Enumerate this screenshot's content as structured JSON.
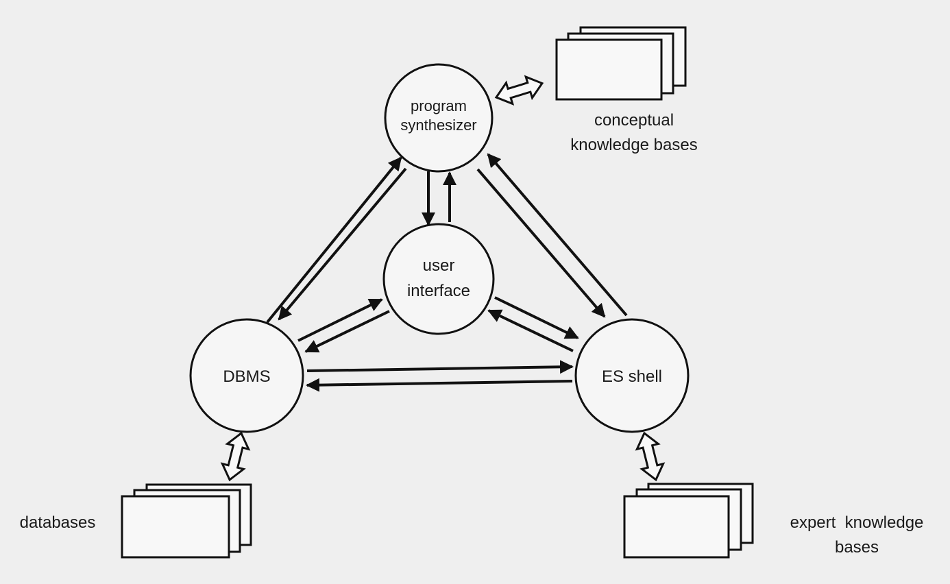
{
  "nodes": {
    "program_synthesizer": {
      "line1": "program",
      "line2": "synthesizer"
    },
    "user_interface": {
      "line1": "user",
      "line2": "interface"
    },
    "dbms": {
      "label": "DBMS"
    },
    "es_shell": {
      "label": "ES shell"
    }
  },
  "knowledge_stores": {
    "conceptual": {
      "line1": "conceptual",
      "line2": "knowledge bases"
    },
    "databases": {
      "label": "databases"
    },
    "expert": {
      "line1": "expert  knowledge",
      "line2": "bases"
    }
  }
}
